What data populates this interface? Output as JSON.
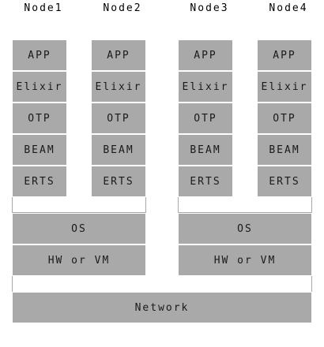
{
  "nodes": [
    {
      "label": "Node1",
      "layers": [
        "APP",
        "Elixir",
        "OTP",
        "BEAM",
        "ERTS"
      ]
    },
    {
      "label": "Node2",
      "layers": [
        "APP",
        "Elixir",
        "OTP",
        "BEAM",
        "ERTS"
      ]
    },
    {
      "label": "Node3",
      "layers": [
        "APP",
        "Elixir",
        "OTP",
        "BEAM",
        "ERTS"
      ]
    },
    {
      "label": "Node4",
      "layers": [
        "APP",
        "Elixir",
        "OTP",
        "BEAM",
        "ERTS"
      ]
    }
  ],
  "hosts": [
    {
      "os_label": "OS",
      "hw_label": "HW or VM"
    },
    {
      "os_label": "OS",
      "hw_label": "HW or VM"
    }
  ],
  "network": {
    "label": "Network"
  },
  "colors": {
    "box_fill": "#a9a9a9",
    "separator": "#ffffff",
    "text": "#000000"
  }
}
